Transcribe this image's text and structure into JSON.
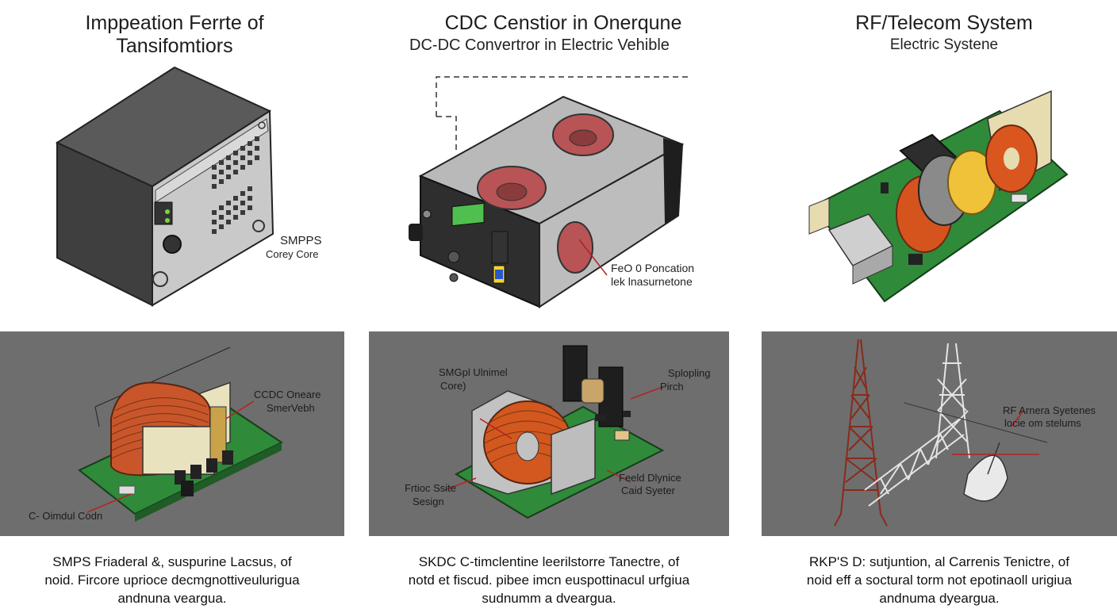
{
  "columns": [
    {
      "title_line1": "Imppeation Ferrte of",
      "title_line2": "Tansifomtiors",
      "label_line1": "SMPPS",
      "label_line2": "Corey Core",
      "panel_labels": [
        "CCDC Oneare",
        "SmerVebh",
        "C- Oimdul Codn"
      ],
      "caption_line1": "SMPS  Friaderal &, suspurine Lacsus, of",
      "caption_line2": "noid. Fircore uprioce decmgnottiveulurigua",
      "caption_line3": "andnuna veargua."
    },
    {
      "title_line1": "CDC Censtior in Onerqune",
      "title_line2": "DC-DC Convertror in Electric Vehible",
      "label_line1": "FeO 0 Poncation",
      "label_line2": "lek lnasurnetone",
      "panel_labels": [
        "SMGpl Ulnimel",
        "Core)",
        "Splopling",
        "Pirch",
        "Frtioc Ssite",
        "Sesign",
        "Feeld Dlynice",
        "Caid Syeter"
      ],
      "caption_line1": "SKDC C-timclentine leerilstorre Tanectre, of",
      "caption_line2": "notd et fiscud. pibee imcn euspottinacul urfgiua",
      "caption_line3": "sudnumm a dveargua."
    },
    {
      "title_line1": "RF/Telecom System",
      "title_line2": "Electric  Systene",
      "panel_labels": [
        "RF Arnera Syetenes",
        "locie om stelums"
      ],
      "caption_line1": "RKP'S D: sutjuntion, al Carrenis Tenictre, of",
      "caption_line2": "noid eff a soctural torm not epotinaoll urigiua",
      "caption_line3": "andnuma dyeargua."
    }
  ],
  "colors": {
    "panel_bg": "#6e6e6e",
    "copper": "#c8562a",
    "pcb_green": "#2f8a3a",
    "ferrite": "#b65050",
    "housing_dark": "#444444"
  }
}
